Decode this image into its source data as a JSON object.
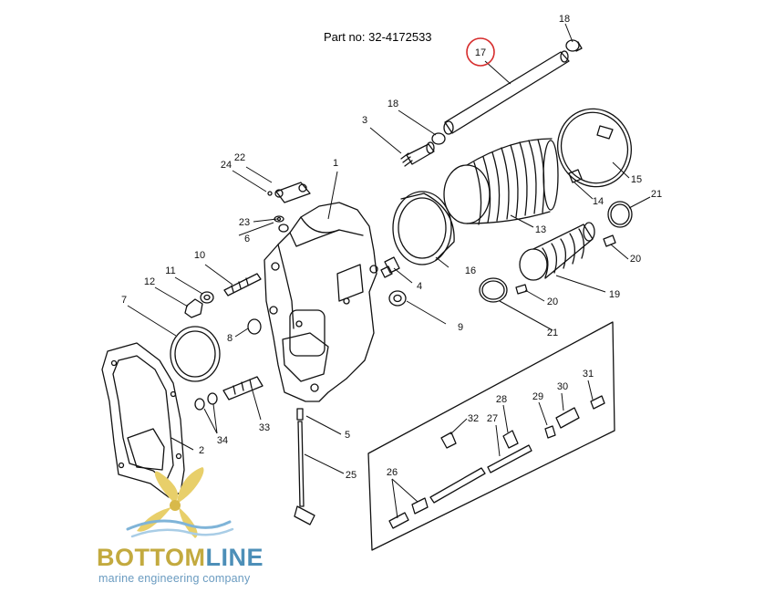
{
  "header": {
    "part_no": "Part no: 32-4172533"
  },
  "callouts": [
    "1",
    "2",
    "3",
    "4",
    "5",
    "6",
    "7",
    "8",
    "9",
    "10",
    "11",
    "12",
    "13",
    "14",
    "15",
    "16",
    "17",
    "18",
    "18",
    "19",
    "20",
    "20",
    "21",
    "21",
    "22",
    "23",
    "24",
    "25",
    "26",
    "27",
    "28",
    "29",
    "30",
    "31",
    "32",
    "33",
    "34"
  ],
  "highlighted_callout": "17",
  "highlight_color": "#d62b2b",
  "logo": {
    "brand_part1": "BOTTOM",
    "brand_part2": "LINE",
    "tagline": "marine engineering company",
    "colors": {
      "propeller": "#e8cf6a",
      "wave": "#7fb4d8",
      "brand_gold": "#c3aa3f",
      "brand_blue": "#4d8fb8"
    }
  }
}
